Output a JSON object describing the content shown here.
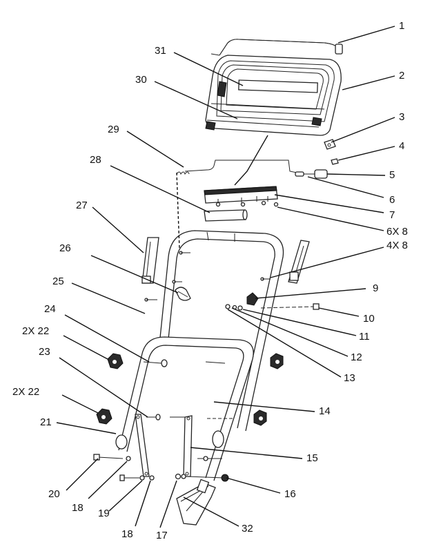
{
  "callouts": {
    "c1": "1",
    "c2": "2",
    "c3": "3",
    "c4": "4",
    "c5": "5",
    "c6": "6",
    "c7": "7",
    "c6x8": "6X 8",
    "c4x8": "4X 8",
    "c9": "9",
    "c10": "10",
    "c11": "11",
    "c12": "12",
    "c13": "13",
    "c14": "14",
    "c15": "15",
    "c16": "16",
    "c17": "17",
    "c18a": "18",
    "c18b": "18",
    "c19": "19",
    "c20": "20",
    "c21": "21",
    "c2x22a": "2X 22",
    "c2x22b": "2X 22",
    "c23": "23",
    "c24": "24",
    "c25": "25",
    "c26": "26",
    "c27": "27",
    "c28": "28",
    "c29": "29",
    "c30": "30",
    "c31": "31",
    "c32": "32"
  }
}
